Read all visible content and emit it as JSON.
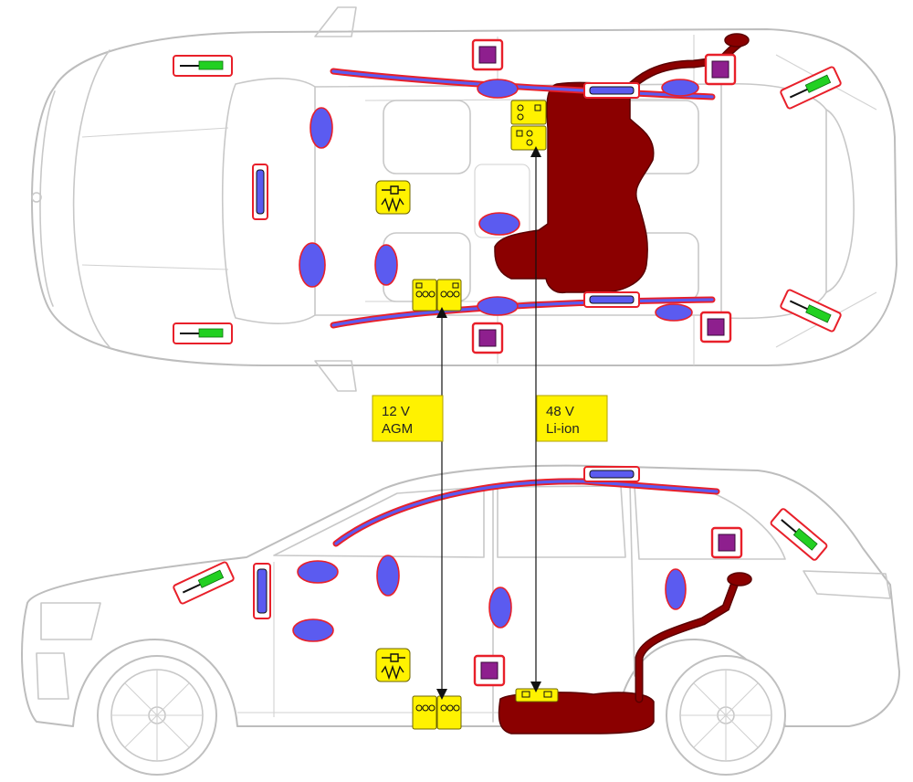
{
  "labels": {
    "battery_12v": {
      "line1": "12 V",
      "line2": "AGM"
    },
    "battery_48v": {
      "line1": "48 V",
      "line2": "Li-ion"
    }
  },
  "colors": {
    "airbag": "#5b5bf0",
    "airbag_outline": "#e8202a",
    "fuel_tank": "#8b0000",
    "crash_sensor": "#8e1f8e",
    "belt_tensioner": "#22d022",
    "battery": "#fff200",
    "car_outline": "#c8c8c8"
  },
  "icons": {
    "crash_sensor": "square-sensor-icon",
    "belt_tensioner": "green-cylinder-icon",
    "gas_generator": "blue-capsule-icon",
    "battery": "battery-terminal-icon",
    "hv_disconnect": "resistor-switch-icon"
  }
}
